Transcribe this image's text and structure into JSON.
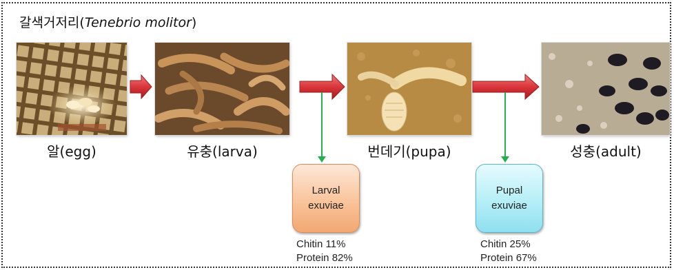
{
  "title": {
    "korean": "갈색거저리",
    "open_paren": "(",
    "latin": "Tenebrio molitor",
    "close_paren": ")"
  },
  "stages": [
    {
      "label": "알(egg)"
    },
    {
      "label": "유충(larva)"
    },
    {
      "label": "번데기(pupa)"
    },
    {
      "label": "성충(adult)"
    }
  ],
  "exuviae": [
    {
      "line1": "Larval",
      "line2": "exuviae",
      "chitin": "Chitin 11%",
      "protein": "Protein 82%"
    },
    {
      "line1": "Pupal",
      "line2": "exuviae",
      "chitin": "Chitin 25%",
      "protein": "Protein 67%"
    }
  ],
  "colors": {
    "stage_arrow": "#d9363a",
    "branch_arrow": "#22b14c",
    "larval_box": "#f9c49b",
    "pupal_box": "#b5eef7"
  }
}
